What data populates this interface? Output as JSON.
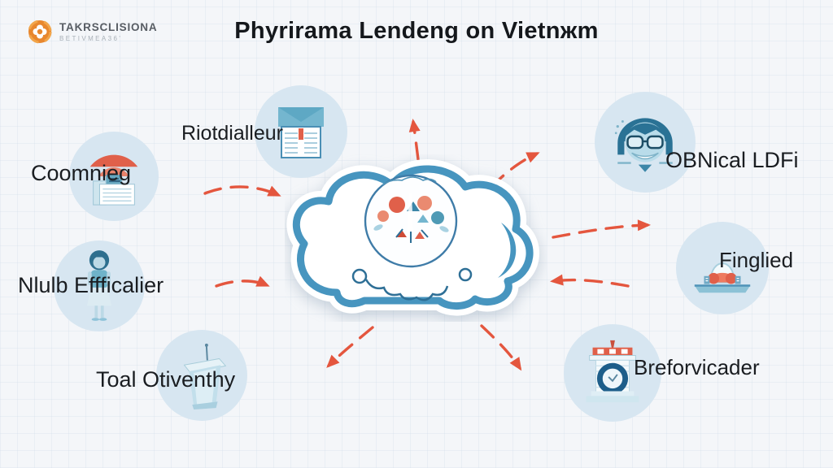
{
  "header": {
    "logo": {
      "name": "TAKRSCLISIONA",
      "tagline": "BETIVMEA36'",
      "brand_color": "#e8872e"
    },
    "title": "Phyrirama Lendeng on Vietnжm"
  },
  "diagram": {
    "center_hub": {
      "icon": "cloud-icon",
      "inner_icon": "network-cluster-icon"
    },
    "nodes": [
      {
        "id": "riotdialleur",
        "label": "Riotdialleur",
        "icon": "envelope-calculator-icon"
      },
      {
        "id": "coomnieg",
        "label": "Coomnieg",
        "icon": "pagoda-documents-icon"
      },
      {
        "id": "nlulb-effficalier",
        "label": "Nlulb Effficalier",
        "icon": "standing-person-icon"
      },
      {
        "id": "toal-otiventhy",
        "label": "Toal Otiventhy",
        "icon": "podium-icon"
      },
      {
        "id": "obnical-ldfi",
        "label": "OBNical LDFi",
        "icon": "woman-glasses-icon"
      },
      {
        "id": "finglied",
        "label": "Finglied",
        "icon": "dome-hands-icon"
      },
      {
        "id": "breforvicader",
        "label": "Breforvicader",
        "icon": "gauge-building-icon"
      }
    ],
    "colors": {
      "background": "#f4f6f9",
      "node_circle_fill": "#d7e6f1",
      "cloud_stroke": "#4795bf",
      "arrow": "#e4563e",
      "title_text": "#15181c",
      "label_text": "#1a1d21"
    }
  }
}
